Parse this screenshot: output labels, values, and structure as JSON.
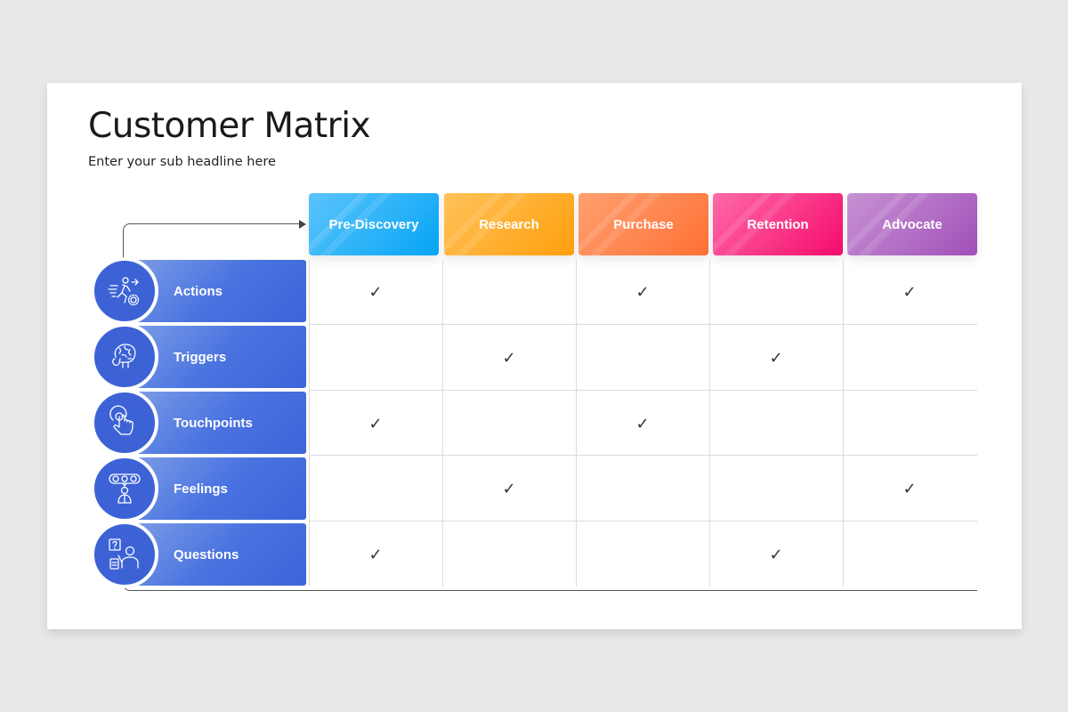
{
  "slide": {
    "title": "Customer Matrix",
    "subtitle": "Enter your sub headline here"
  },
  "columns": [
    {
      "label": "Pre-Discovery",
      "color_from": "#5cc4fb",
      "color_to": "#05a4f5"
    },
    {
      "label": "Research",
      "color_from": "#ffc25a",
      "color_to": "#ff9f0d"
    },
    {
      "label": "Purchase",
      "color_from": "#ffa070",
      "color_to": "#ff7034"
    },
    {
      "label": "Retention",
      "color_from": "#ff6aa8",
      "color_to": "#f50b6c"
    },
    {
      "label": "Advocate",
      "color_from": "#c892d4",
      "color_to": "#a050b8"
    }
  ],
  "rows": [
    {
      "label": "Actions",
      "icon": "running-person-gear-icon",
      "checks": [
        true,
        false,
        true,
        false,
        true
      ]
    },
    {
      "label": "Triggers",
      "icon": "brain-hand-icon",
      "checks": [
        false,
        true,
        false,
        true,
        false
      ]
    },
    {
      "label": "Touchpoints",
      "icon": "tap-hand-icon",
      "checks": [
        true,
        false,
        true,
        false,
        false
      ]
    },
    {
      "label": "Feelings",
      "icon": "emoji-rating-person-icon",
      "checks": [
        false,
        true,
        false,
        false,
        true
      ]
    },
    {
      "label": "Questions",
      "icon": "question-person-clipboard-icon",
      "checks": [
        true,
        false,
        false,
        true,
        false
      ]
    }
  ],
  "check_glyph": "✓",
  "colors": {
    "row_blue": "#3d64d9",
    "grid_line": "#dcdcdc",
    "background": "#e9e7e8"
  }
}
